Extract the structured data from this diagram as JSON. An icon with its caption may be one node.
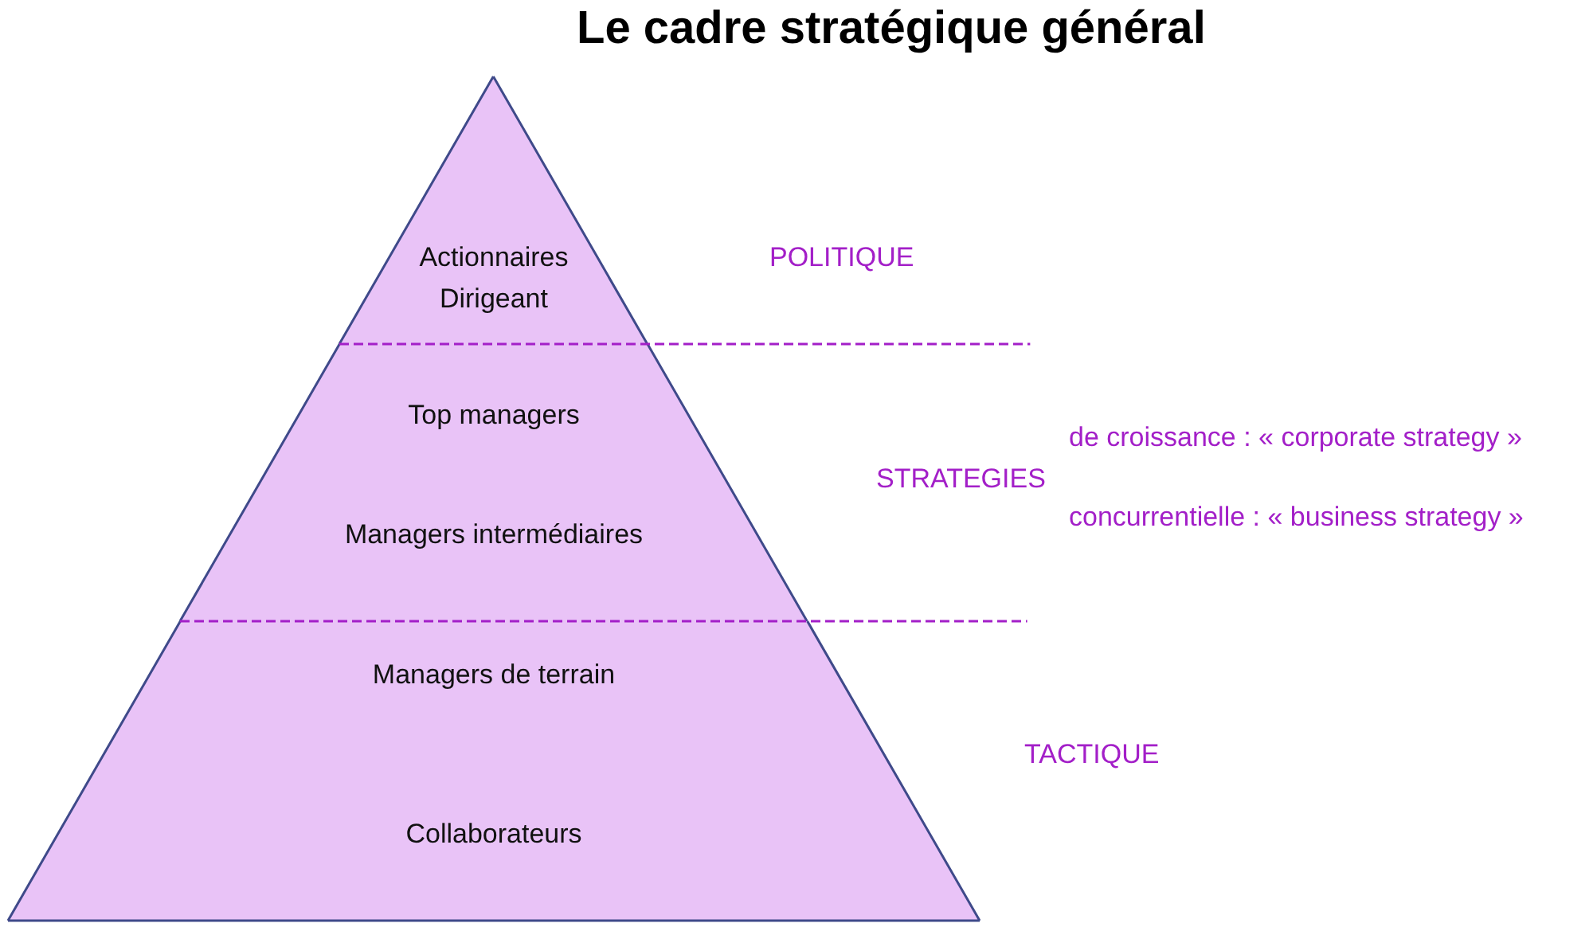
{
  "diagram": {
    "title": "Le cadre stratégique général",
    "nodes": [
      {
        "text": [
          "Actionnaires",
          "Dirigeant"
        ]
      },
      {
        "text": [
          "Top managers",
          "Managers intermédiaires"
        ]
      },
      {
        "text": [
          "Managers de terrain",
          "Collaborateurs"
        ]
      }
    ],
    "edges": [],
    "labels": [
      "POLITIQUE",
      "de croissance : « corporate strategy »",
      "STRATEGIES",
      "concurrentielle : « business strategy »",
      "TACTIQUE"
    ]
  }
}
